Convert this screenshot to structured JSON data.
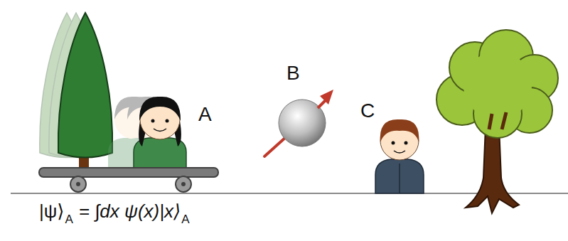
{
  "diagram": {
    "labels": [
      "A",
      "B",
      "C",
      "|ψ⟩",
      "A",
      "= ∫dx ψ(x)|x⟩",
      "A"
    ]
  }
}
